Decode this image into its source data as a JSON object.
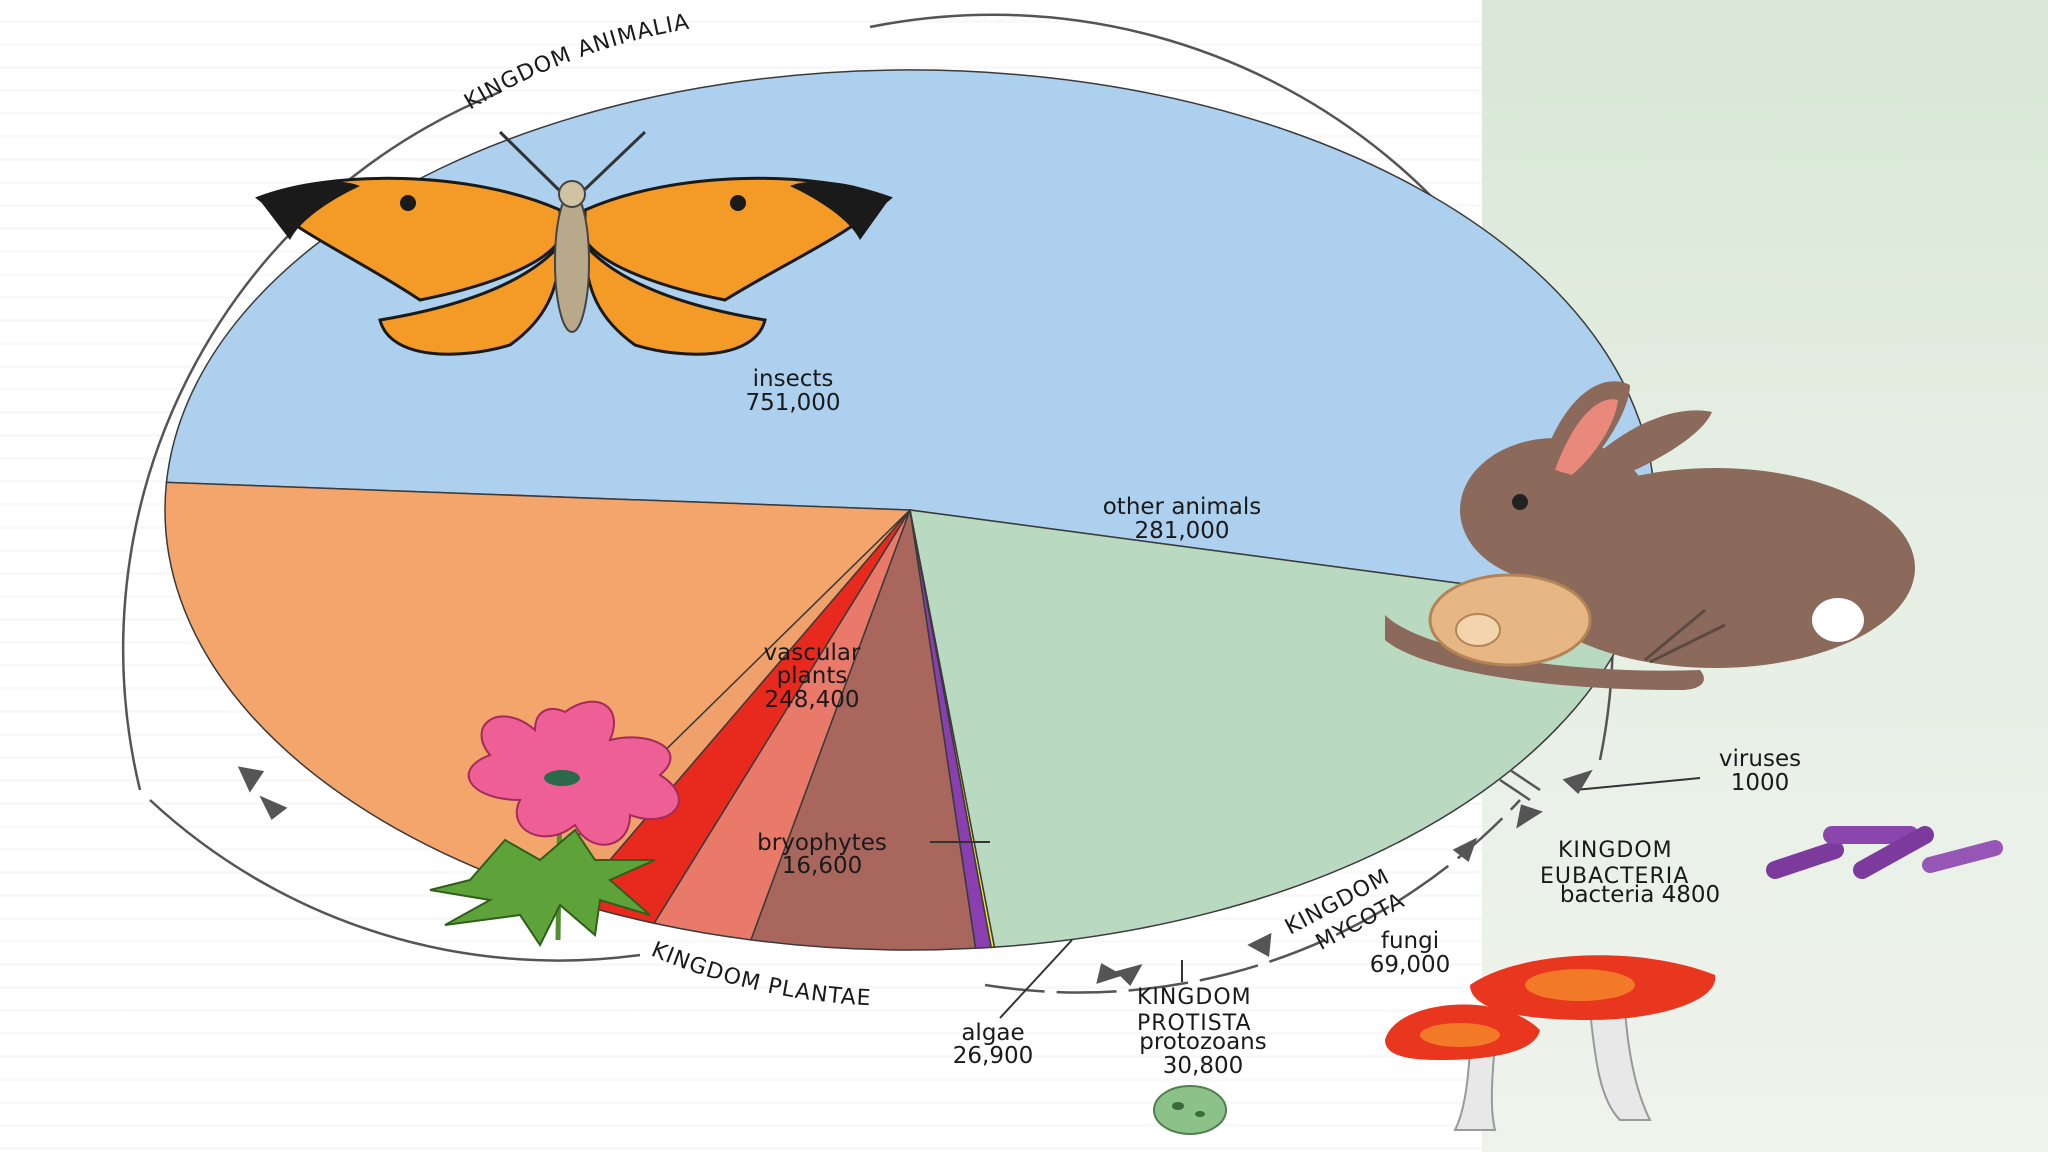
{
  "chart_data": {
    "type": "pie",
    "title": "",
    "slices": [
      {
        "label": "insects",
        "value": 751000,
        "value_label": "751,000",
        "color": "#acd0ee"
      },
      {
        "label": "other animals",
        "value": 281000,
        "value_label": "281,000",
        "color": "#b9d9c0"
      },
      {
        "label": "viruses",
        "value": 1000,
        "value_label": "1000",
        "color": "#f4ea2a"
      },
      {
        "label": "bacteria",
        "value": 4800,
        "value_label": "4800",
        "color": "#8a3fb1"
      },
      {
        "label": "fungi",
        "value": 69000,
        "value_label": "69,000",
        "color": "#a9665c"
      },
      {
        "label": "protozoans",
        "value": 30800,
        "value_label": "30,800",
        "color": "#e97a6a"
      },
      {
        "label": "algae",
        "value": 26900,
        "value_label": "26,900",
        "color": "#e82a1e"
      },
      {
        "label": "bryophytes",
        "value": 16600,
        "value_label": "16,600",
        "color": "#f0a06a"
      },
      {
        "label": "vascular plants",
        "value": 248400,
        "value_label": "248,400",
        "color": "#f3a56c"
      }
    ],
    "kingdoms": {
      "animalia": "KINGDOM ANIMALIA",
      "plantae": "KINGDOM PLANTAE",
      "mycota_1": "KINGDOM",
      "mycota_2": "MYCOTA",
      "protista_1": "KINGDOM",
      "protista_2": "PROTISTA",
      "eubacteria_1": "KINGDOM",
      "eubacteria_2": "EUBACTERIA"
    },
    "labels": {
      "insects": "insects",
      "insects_value": "751,000",
      "other_animals": "other animals",
      "other_animals_value": "281,000",
      "vascular_1": "vascular",
      "vascular_2": "plants",
      "vascular_value": "248,400",
      "bryophytes": "bryophytes",
      "bryophytes_value": "16,600",
      "algae": "algae",
      "algae_value": "26,900",
      "protozoans": "protozoans",
      "protozoans_value": "30,800",
      "fungi": "fungi",
      "fungi_value": "69,000",
      "viruses": "viruses",
      "viruses_value": "1000",
      "bacteria": "bacteria  4800"
    }
  },
  "colors": {
    "insects": "#acd0ee",
    "other_animals": "#b9d9c0",
    "plants": "#f3a56c",
    "outline": "#444444"
  },
  "illustrations": [
    "butterfly",
    "rabbit",
    "snail",
    "flower",
    "mushrooms",
    "bacteria-rods",
    "protozoan"
  ]
}
